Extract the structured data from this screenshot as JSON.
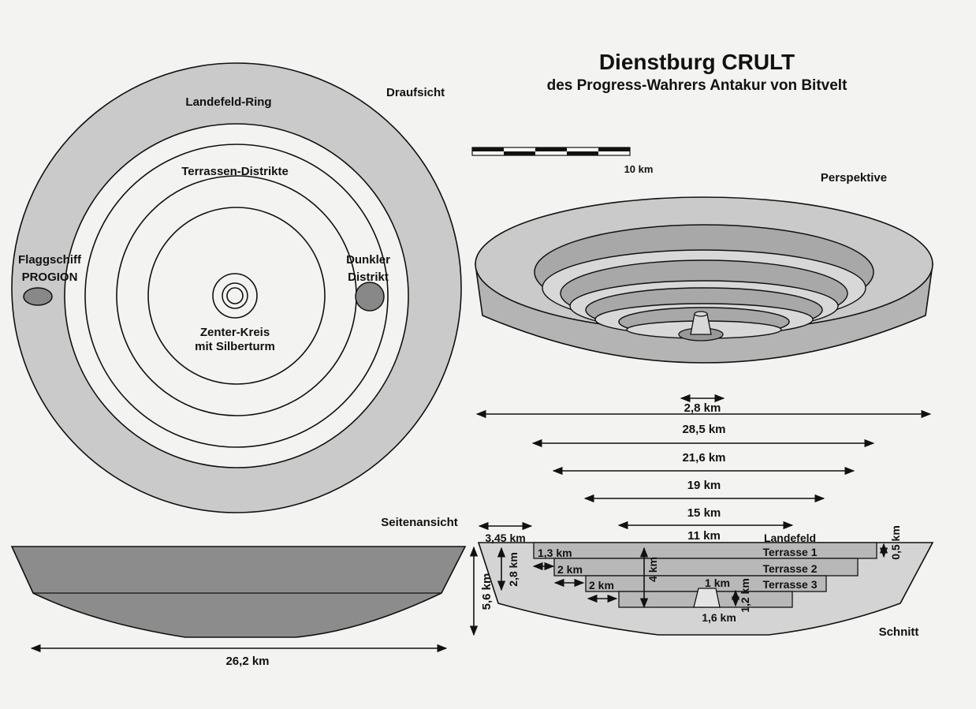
{
  "title": "Dienstburg CRULT",
  "subtitle": "des Progress-Wahrers Antakur von Bitvelt",
  "colors": {
    "background": "#f3f3f1",
    "ring": "#cacaca",
    "side_view": "#8c8c8c",
    "section": "#d4d4d4",
    "terrace": "#b8b8b8"
  },
  "top_view": {
    "label": "Draufsicht",
    "ring": "Landefeld-Ring",
    "terraces": "Terrassen-Distrikte",
    "left_line1": "Flaggschiff",
    "left_line2": "PROGION",
    "right_line1": "Dunkler",
    "right_line2": "Distrikt",
    "center_line1": "Zenter-Kreis",
    "center_line2": "mit Silberturm"
  },
  "scale_bar": {
    "label": "10 km"
  },
  "perspective": {
    "label": "Perspektive",
    "dims": [
      "2,8 km",
      "28,5 km",
      "21,6 km",
      "19 km",
      "15 km",
      "11 km"
    ]
  },
  "side_view": {
    "label": "Seitenansicht",
    "height": "5,6 km",
    "width": "26,2 km"
  },
  "section": {
    "label": "Schnitt",
    "landefeld": "Landefeld",
    "terrace1": "Terrasse 1",
    "terrace2": "Terrasse 2",
    "terrace3": "Terrasse 3",
    "dims": {
      "rim": "3,45 km",
      "t1": "1,3 km",
      "t2": "2 km",
      "t3": "2 km",
      "depth28": "2,8 km",
      "depth4": "4 km",
      "tower_top": "1 km",
      "tower_h": "1,2 km",
      "tower_base": "1,6 km",
      "t1_h": "0,5 km"
    }
  }
}
